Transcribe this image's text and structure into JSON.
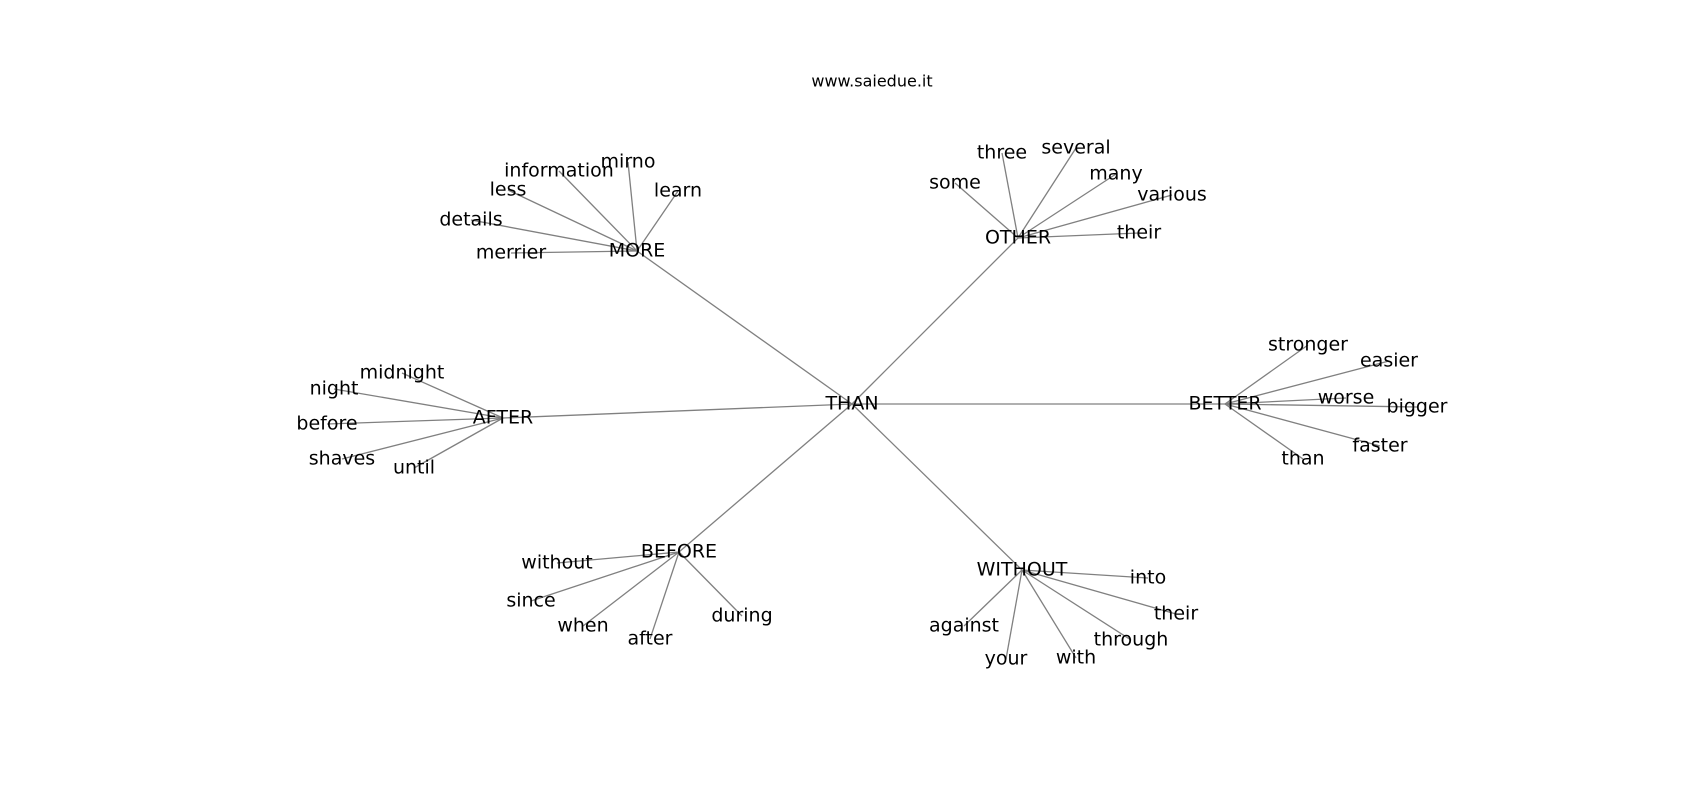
{
  "title": "www.saiedue.it",
  "center": "THAN",
  "hubs": [
    {
      "key": "more",
      "label": "MORE",
      "leaves": [
        "merrier",
        "details",
        "less",
        "information",
        "mirno",
        "learn"
      ]
    },
    {
      "key": "other",
      "label": "OTHER",
      "leaves": [
        "some",
        "three",
        "several",
        "many",
        "various",
        "their"
      ]
    },
    {
      "key": "better",
      "label": "BETTER",
      "leaves": [
        "stronger",
        "easier",
        "worse",
        "bigger",
        "faster",
        "than"
      ]
    },
    {
      "key": "after",
      "label": "AFTER",
      "leaves": [
        "midnight",
        "night",
        "before",
        "shaves",
        "until"
      ]
    },
    {
      "key": "before",
      "label": "BEFORE",
      "leaves": [
        "without",
        "since",
        "when",
        "after",
        "during"
      ]
    },
    {
      "key": "without",
      "label": "WITHOUT",
      "leaves": [
        "into",
        "their",
        "through",
        "with",
        "your",
        "against"
      ]
    }
  ]
}
